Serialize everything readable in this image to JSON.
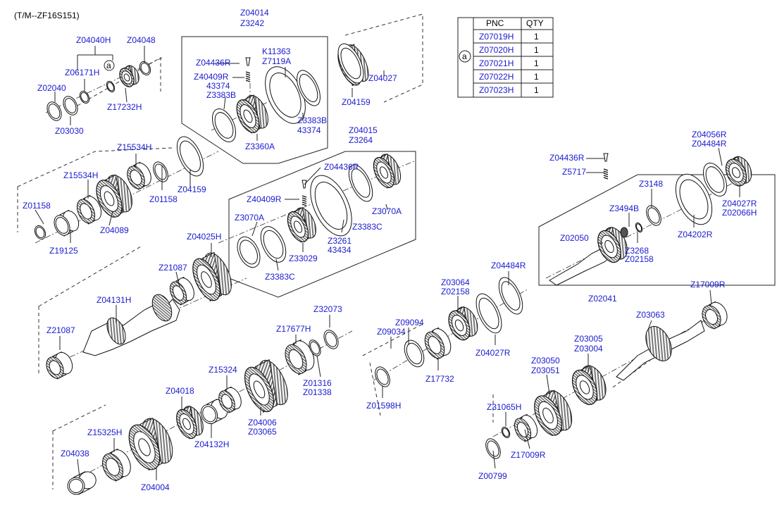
{
  "header": {
    "model": "(T/M--ZF16S151)"
  },
  "table": {
    "ref_symbol": "a",
    "columns": [
      "PNC",
      "QTY"
    ],
    "rows": [
      {
        "pnc": "Z07019H",
        "qty": "1"
      },
      {
        "pnc": "Z07020H",
        "qty": "1"
      },
      {
        "pnc": "Z07021H",
        "qty": "1"
      },
      {
        "pnc": "Z07022H",
        "qty": "1"
      },
      {
        "pnc": "Z07023H",
        "qty": "1"
      }
    ]
  },
  "callout_symbol": "a",
  "labels": {
    "z04014": "Z04014",
    "z3242": "Z3242",
    "z04040h": "Z04040H",
    "z04048": "Z04048",
    "z06171h": "Z06171H",
    "z02040": "Z02040",
    "z03030": "Z03030",
    "z17232h": "Z17232H",
    "z04436r_a": "Z04436R",
    "k11363": "K11363",
    "z7119a": "Z7119A",
    "z40409r_a": "Z40409R",
    "n43374_a": "43374",
    "z3383b_a": "Z3383B",
    "z3383b_b": "Z3383B",
    "n43374_b": "43374",
    "z3360a": "Z3360A",
    "z04159_a": "Z04159",
    "z04027_a": "Z04027",
    "z15534h_a": "Z15534H",
    "z01158_a": "Z01158",
    "z04159_b": "Z04159",
    "z15534h_b": "Z15534H",
    "z01158_b": "Z01158",
    "z19125": "Z19125",
    "z04089": "Z04089",
    "z04015": "Z04015",
    "z3264": "Z3264",
    "z04436r_b": "Z04436R",
    "z40409r_b": "Z40409R",
    "z3070a_a": "Z3070A",
    "z3070a_b": "Z3070A",
    "z3383c_a": "Z3383C",
    "z3261": "Z3261",
    "n43434": "43434",
    "z33029": "Z33029",
    "z3383c_b": "Z3383C",
    "z04025h": "Z04025H",
    "z21087_a": "Z21087",
    "z04131h": "Z04131H",
    "z21087_b": "Z21087",
    "z04436r_c": "Z04436R",
    "z5717": "Z5717",
    "z04056r": "Z04056R",
    "z04484r_a": "Z04484R",
    "z3148": "Z3148",
    "z3494b": "Z3494B",
    "z02050": "Z02050",
    "z3268": "Z3268",
    "z02158_a": "Z02158",
    "z02041": "Z02041",
    "z04202r": "Z04202R",
    "z04027r_a": "Z04027R",
    "z02066h": "Z02066H",
    "z03064": "Z03064",
    "z02158_b": "Z02158",
    "z04484r_b": "Z04484R",
    "z09094": "Z09094",
    "z09034": "Z09034",
    "z17732": "Z17732",
    "z04027r_b": "Z04027R",
    "z01598h": "Z01598H",
    "z32073": "Z32073",
    "z17677h": "Z17677H",
    "z01316": "Z01316",
    "z01338": "Z01338",
    "z15324": "Z15324",
    "z04006": "Z04006",
    "z03065": "Z03065",
    "z04018": "Z04018",
    "z04132h": "Z04132H",
    "z15325h": "Z15325H",
    "z04038": "Z04038",
    "z04004": "Z04004",
    "z17009r_a": "Z17009R",
    "z03063": "Z03063",
    "z03005": "Z03005",
    "z03004": "Z03004",
    "z03050": "Z03050",
    "z03051": "Z03051",
    "z31065h": "Z31065H",
    "z17009r_b": "Z17009R",
    "z00799": "Z00799"
  }
}
